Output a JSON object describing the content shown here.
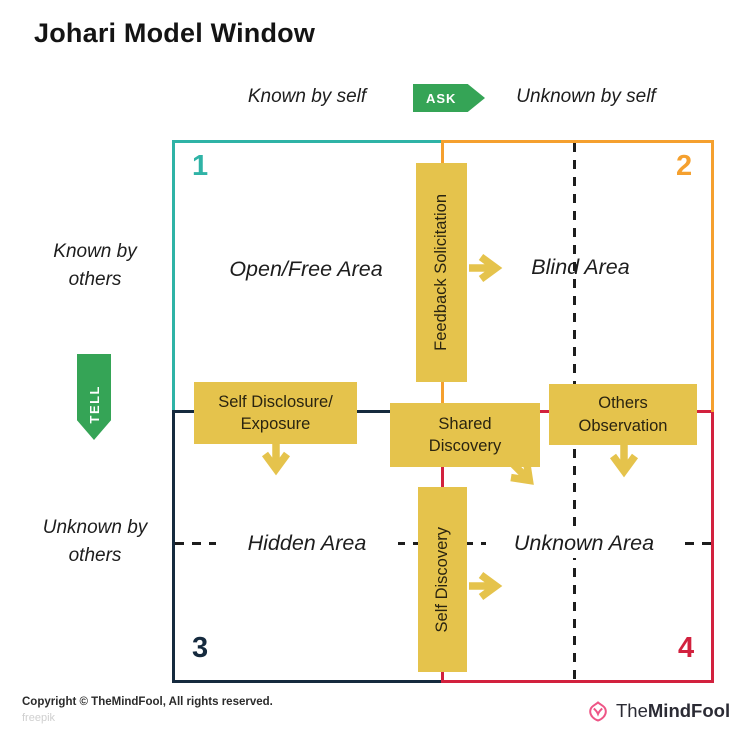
{
  "title": "Johari Model Window",
  "axes": {
    "known_by_self": "Known by self",
    "unknown_by_self": "Unknown by self",
    "known_by_others": "Known by others",
    "unknown_by_others": "Unknown by others",
    "ask_label": "ASK",
    "tell_label": "TELL"
  },
  "quadrants": [
    {
      "number": "1",
      "label": "Open/Free Area",
      "color": "#2FB3A6"
    },
    {
      "number": "2",
      "label": "Blind Area",
      "color": "#F5A02E"
    },
    {
      "number": "3",
      "label": "Hidden Area",
      "color": "#152A3E"
    },
    {
      "number": "4",
      "label": "Unknown Area",
      "color": "#D2213E"
    }
  ],
  "processes": {
    "feedback_solicitation": "Feedback Solicitation",
    "self_discovery": "Self Discovery",
    "self_disclosure": [
      "Self Disclosure/",
      "Exposure"
    ],
    "shared_discovery": [
      "Shared",
      "Discovery"
    ],
    "others_observation": [
      "Others",
      "Observation"
    ]
  },
  "colors": {
    "teal": "#2FB3A6",
    "orange": "#F5A02E",
    "navy": "#152A3E",
    "red": "#D2213E",
    "yellow": "#E5C34C",
    "green": "#35A456",
    "brand_pink": "#EE5586"
  },
  "footer": {
    "copyright": "Copyright © TheMindFool, All rights reserved.",
    "watermark": "freepik",
    "brand_prefix": "The",
    "brand_name": "MindFool"
  }
}
